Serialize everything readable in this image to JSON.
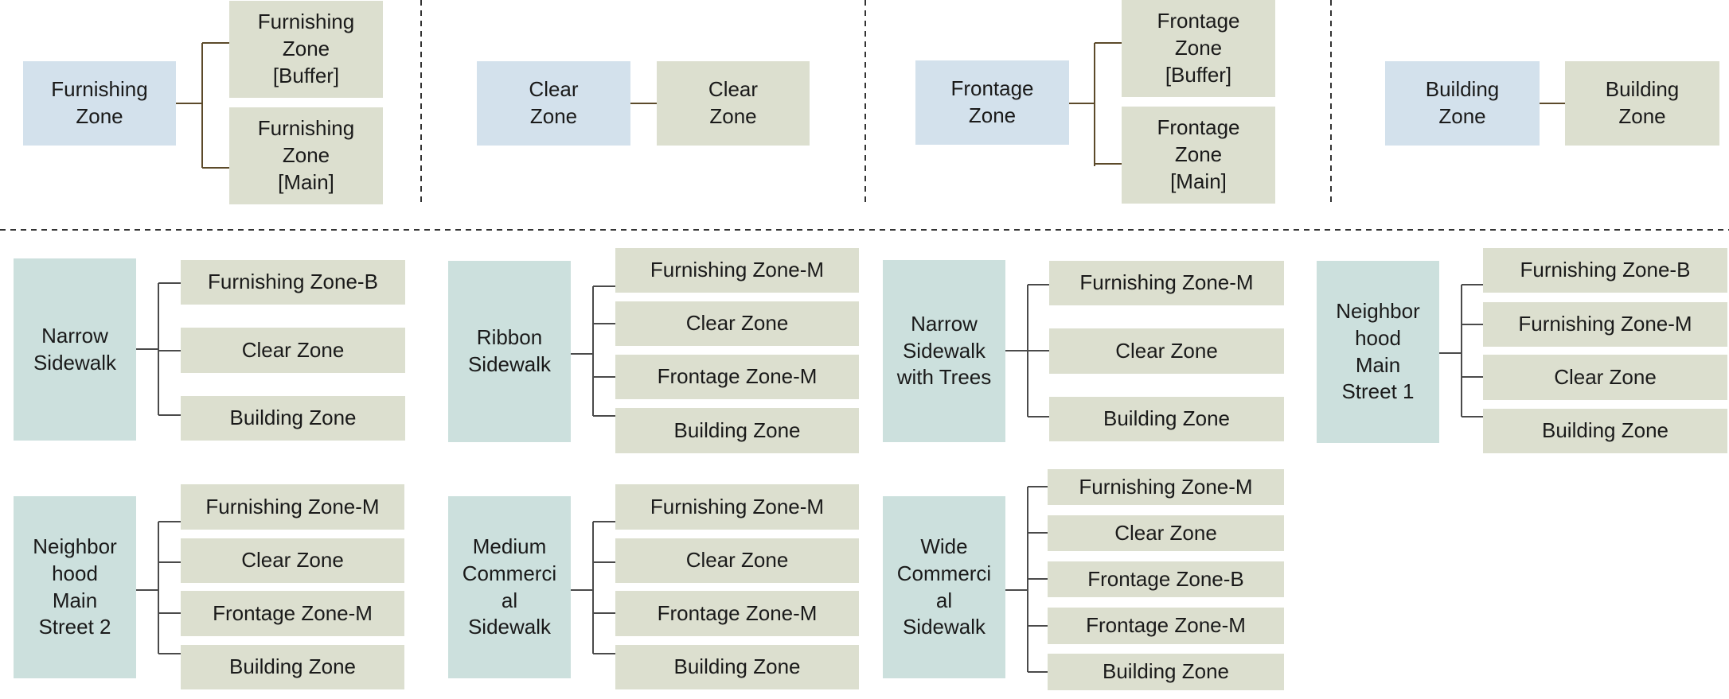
{
  "top_groups": [
    {
      "zone": "Furnishing\nZone",
      "children": [
        "Furnishing\nZone\n[Buffer]",
        "Furnishing\nZone\n[Main]"
      ]
    },
    {
      "zone": "Clear\nZone",
      "children": [
        "Clear\nZone"
      ]
    },
    {
      "zone": "Frontage\nZone",
      "children": [
        "Frontage\nZone\n[Buffer]",
        "Frontage\nZone\n[Main]"
      ]
    },
    {
      "zone": "Building\nZone",
      "children": [
        "Building\nZone"
      ]
    }
  ],
  "sidewalk_types": [
    {
      "name": "Narrow\nSidewalk",
      "zones": [
        "Furnishing Zone-B",
        "Clear Zone",
        "Building Zone"
      ]
    },
    {
      "name": "Ribbon\nSidewalk",
      "zones": [
        "Furnishing Zone-M",
        "Clear Zone",
        "Frontage Zone-M",
        "Building Zone"
      ]
    },
    {
      "name": "Narrow\nSidewalk\nwith Trees",
      "zones": [
        "Furnishing Zone-M",
        "Clear Zone",
        "Building Zone"
      ]
    },
    {
      "name": "Neighbor\nhood\nMain\nStreet 1",
      "zones": [
        "Furnishing Zone-B",
        "Furnishing Zone-M",
        "Clear Zone",
        "Building Zone"
      ]
    },
    {
      "name": "Neighbor\nhood\nMain\nStreet 2",
      "zones": [
        "Furnishing Zone-M",
        "Clear Zone",
        "Frontage Zone-M",
        "Building Zone"
      ]
    },
    {
      "name": "Medium\nCommerci\nal\nSidewalk",
      "zones": [
        "Furnishing Zone-M",
        "Clear Zone",
        "Frontage Zone-M",
        "Building Zone"
      ]
    },
    {
      "name": "Wide\nCommerci\nal\nSidewalk",
      "zones": [
        "Furnishing Zone-M",
        "Clear Zone",
        "Frontage Zone-B",
        "Frontage Zone-M",
        "Building Zone"
      ]
    }
  ],
  "colors": {
    "zone_box": "#d3e1ec",
    "sidewalk_box": "#cce0dd",
    "component_box": "#dcdfcf",
    "connector": "#5c4a2a"
  }
}
